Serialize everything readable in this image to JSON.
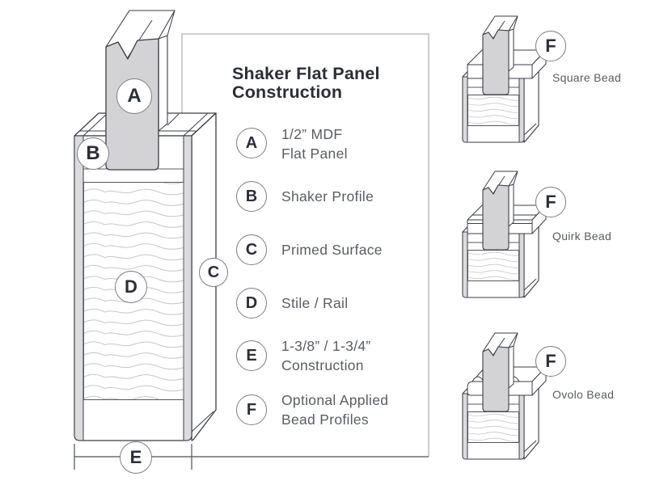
{
  "title": {
    "line1": "Shaker Flat Panel",
    "line2": "Construction"
  },
  "legend": {
    "items": [
      {
        "letter": "A",
        "text": "1/2” MDF\nFlat Panel"
      },
      {
        "letter": "B",
        "text": "Shaker Profile"
      },
      {
        "letter": "C",
        "text": "Primed Surface"
      },
      {
        "letter": "D",
        "text": "Stile / Rail"
      },
      {
        "letter": "E",
        "text": "1-3/8” / 1-3/4”\nConstruction"
      },
      {
        "letter": "F",
        "text": "Optional Applied\nBead Profiles"
      }
    ]
  },
  "diagram": {
    "callouts": {
      "a": "A",
      "b": "B",
      "c": "C",
      "d": "D",
      "e": "E"
    }
  },
  "beads": [
    {
      "letter": "F",
      "label": "Square Bead"
    },
    {
      "letter": "F",
      "label": "Quirk Bead"
    },
    {
      "letter": "F",
      "label": "Ovolo Bead"
    }
  ],
  "colors": {
    "line-dark": "#3b3e46",
    "line-light": "#9a9da2",
    "circle-border": "#7b7e84",
    "panel-gray": "#d3d3d6",
    "strip-gray": "#dbdbde",
    "grain-line": "#c7c7c9",
    "text-dark": "#2b2e36",
    "text-gray": "#5a5d63"
  }
}
